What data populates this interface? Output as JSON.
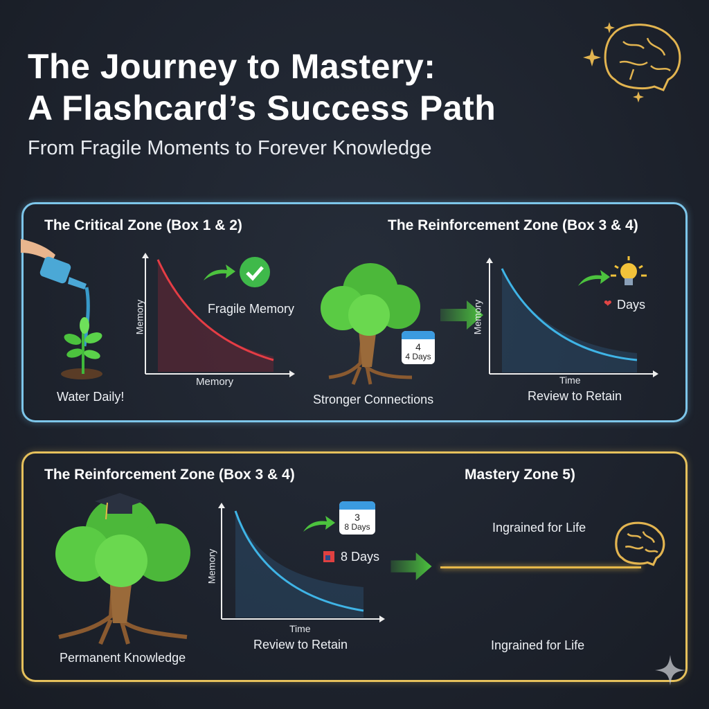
{
  "header": {
    "title_line1": "The Journey to Mastery:",
    "title_line2": "A Flashcard’s Success Path",
    "subtitle": "From Fragile Moments to Forever Knowledge"
  },
  "panel_top": {
    "left_zone_title": "The Critical Zone (Box 1 & 2)",
    "right_zone_title": "The Reinforcement Zone (Box 3 & 4)",
    "plant_caption": "Water Daily!",
    "chart1": {
      "ylabel": "Memory",
      "xlabel": "Memory",
      "curve_color": "#e53d45"
    },
    "fragile_label": "Fragile Memory",
    "tree_caption": "Stronger Connections",
    "calendar": {
      "number": "4",
      "text": "4 Days"
    },
    "chart2": {
      "ylabel": "Memory",
      "xlabel": "Time",
      "caption": "Review to Retain",
      "curve_color": "#3fb4e6"
    },
    "days_label": "Days"
  },
  "panel_bottom": {
    "left_zone_title": "The Reinforcement Zone (Box 3 & 4)",
    "right_zone_title": "Mastery Zone 5)",
    "tree_caption": "Permanent Knowledge",
    "chart": {
      "ylabel": "Memory",
      "xlabel": "Time",
      "caption": "Review to Retain",
      "curve_color": "#3fb4e6"
    },
    "calendar": {
      "number": "3",
      "text": "8 Days"
    },
    "days_label": "8 Days",
    "ingrained_top": "Ingrained for Life",
    "ingrained_bottom": "Ingrained for Life"
  },
  "colors": {
    "top_border": "#7dc6ea",
    "bottom_border": "#e6c15c",
    "accent_green": "#4cc23e",
    "gold": "#e6b84a"
  }
}
